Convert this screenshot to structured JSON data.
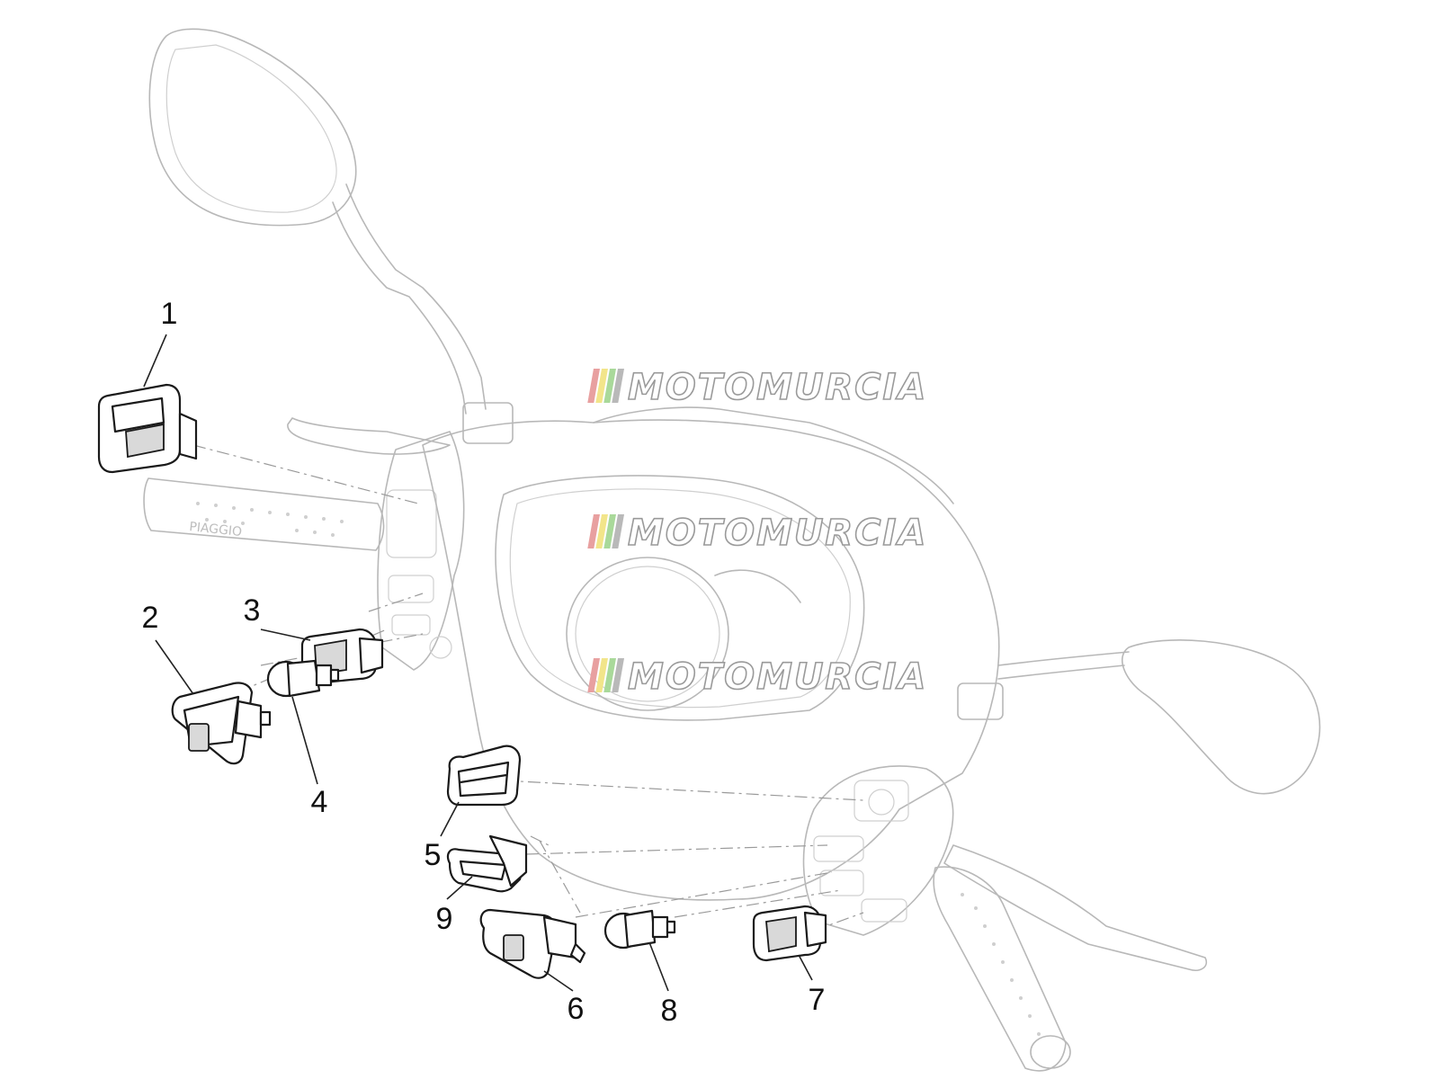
{
  "watermark": {
    "text": "MOTOMURCIA",
    "stripe_colors": [
      "#e8a0a0",
      "#f2e58a",
      "#a9d99a",
      "#b9b9b9"
    ]
  },
  "callouts": [
    {
      "label": "1"
    },
    {
      "label": "2"
    },
    {
      "label": "3"
    },
    {
      "label": "4"
    },
    {
      "label": "5"
    },
    {
      "label": "6"
    },
    {
      "label": "7"
    },
    {
      "label": "8"
    },
    {
      "label": "9"
    }
  ],
  "grip_brand": "PIAGGIO",
  "colors": {
    "part_stroke": "#1a1a1a",
    "ghost_stroke": "#b8b8b8",
    "background": "#ffffff"
  }
}
